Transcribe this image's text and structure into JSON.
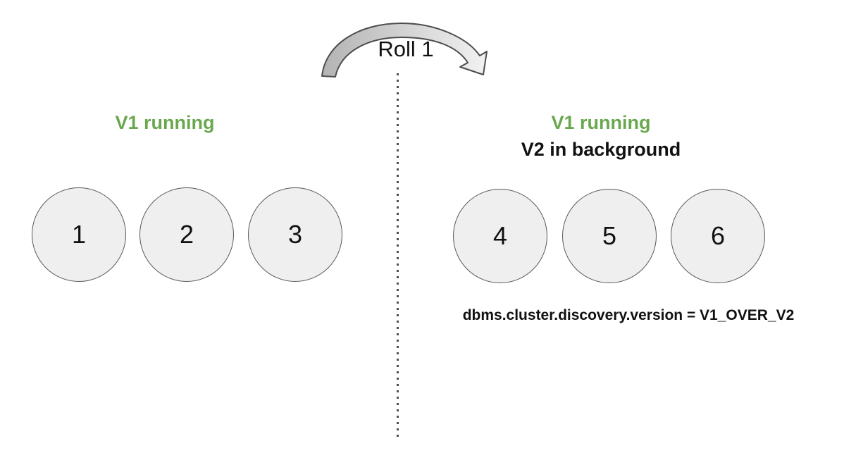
{
  "diagram": {
    "roll_label": "Roll 1",
    "divider_color": "#4d4d4d",
    "arrow": {
      "gradient_start": "#b3b3b3",
      "gradient_end": "#f2f2f2",
      "outline": "#4d4d4d"
    },
    "node_style": {
      "fill": "#efefef",
      "border": "#595959"
    },
    "left": {
      "status": "V1 running",
      "status_color": "#6aa84f",
      "nodes": [
        "1",
        "2",
        "3"
      ]
    },
    "right": {
      "status": "V1 running",
      "status_color": "#6aa84f",
      "substatus": "V2 in background",
      "nodes": [
        "4",
        "5",
        "6"
      ],
      "config": "dbms.cluster.discovery.version = V1_OVER_V2"
    }
  }
}
